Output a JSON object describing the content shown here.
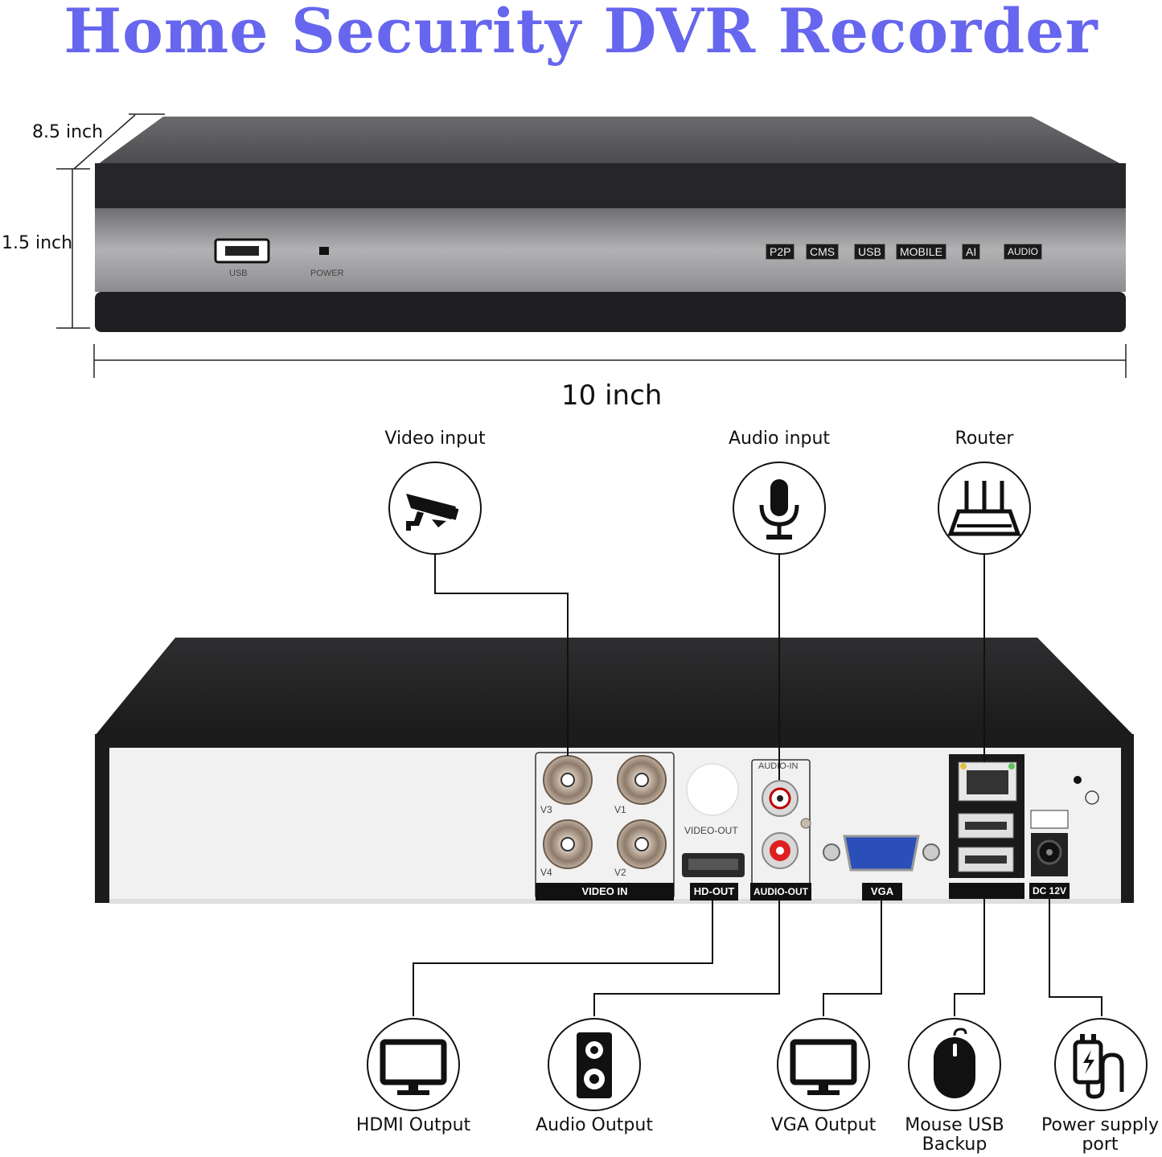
{
  "title": "Home Security DVR Recorder",
  "colors": {
    "title": "#6666ee",
    "device": "#2b2b2d",
    "panel": "#a9a9ab",
    "rear_panel": "#f1f1f1"
  },
  "dimensions": {
    "depth": "8.5 inch",
    "height": "1.5 inch",
    "width": "10 inch"
  },
  "front_panel": {
    "usb_label": "USB",
    "power_label": "POWER",
    "badges": [
      "P2P",
      "CMS",
      "USB",
      "MOBILE",
      "AI",
      "AUDIO"
    ]
  },
  "rear_panel": {
    "bnc_labels": [
      "V3",
      "V1",
      "V4",
      "V2"
    ],
    "video_in": "VIDEO IN",
    "video_out": "VIDEO-OUT",
    "hd_out": "HD-OUT",
    "audio_in": "AUDIO-IN",
    "audio_out": "AUDIO-OUT",
    "vga": "VGA",
    "dc": "DC 12V"
  },
  "callouts": {
    "top": [
      {
        "label": "Video input",
        "icon": "cctv-camera-icon"
      },
      {
        "label": "Audio input",
        "icon": "microphone-icon"
      },
      {
        "label": "Router",
        "icon": "router-icon"
      }
    ],
    "bottom": [
      {
        "label": "HDMI Output",
        "icon": "monitor-icon"
      },
      {
        "label": "Audio Output",
        "icon": "speaker-icon"
      },
      {
        "label": "VGA Output",
        "icon": "monitor-icon"
      },
      {
        "label_line1": "Mouse USB",
        "label_line2": "Backup",
        "icon": "mouse-icon"
      },
      {
        "label_line1": "Power supply",
        "label_line2": "port",
        "icon": "power-plug-icon"
      }
    ]
  }
}
